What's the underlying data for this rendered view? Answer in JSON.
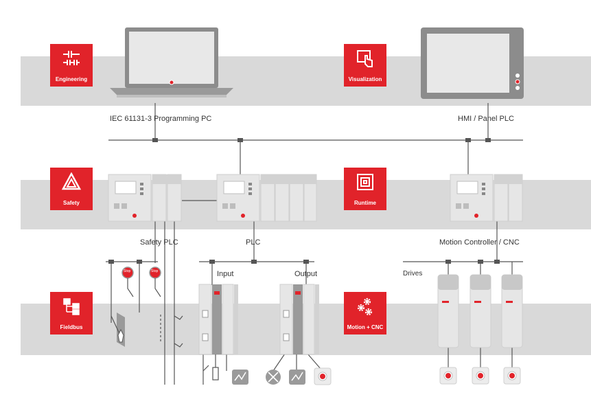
{
  "layers": [
    {
      "label": "Engineering",
      "icon": "ladder-logic-icon"
    },
    {
      "label": "Visualization",
      "icon": "touchscreen-icon"
    },
    {
      "label": "Safety",
      "icon": "warning-triangle-icon"
    },
    {
      "label": "Runtime",
      "icon": "runtime-square-icon"
    },
    {
      "label": "Fieldbus",
      "icon": "network-tree-icon"
    },
    {
      "label": "Motion + CNC",
      "icon": "gears-icon"
    }
  ],
  "devices": {
    "programming_pc": "IEC 61131-3 Programming PC",
    "hmi": "HMI / Panel PLC",
    "safety_plc": "Safety PLC",
    "plc": "PLC",
    "motion": "Motion Controller / CNC"
  },
  "io": {
    "input": "Input",
    "output": "Output",
    "drives": "Drives"
  },
  "stop_text": "Stop",
  "colors": {
    "accent": "#e1232a",
    "band": "#d9d9d9",
    "device": "#e6e6e6",
    "line": "#555555"
  }
}
